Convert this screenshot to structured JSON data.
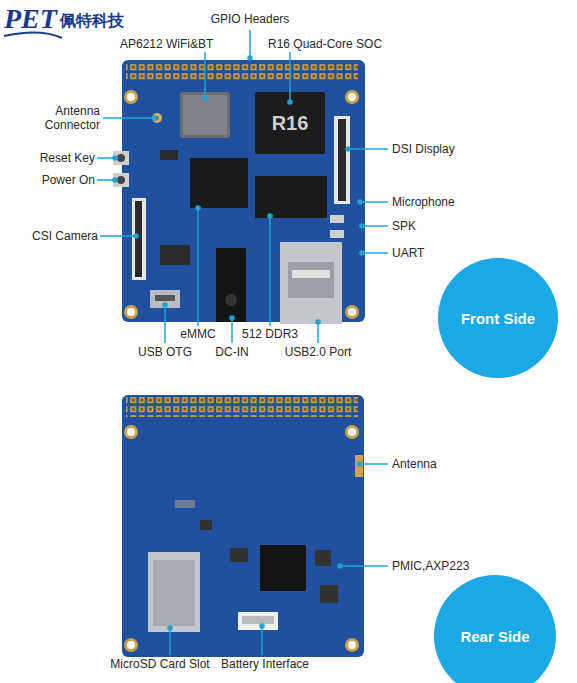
{
  "diagram": {
    "nodes": [
      {
        "text": [
          "Front Side"
        ]
      },
      {
        "text": [
          "Rear Side"
        ]
      }
    ],
    "labels": [
      "PET",
      "佩特科技",
      "GPIO Headers",
      "AP6212 WiFi&BT",
      "R16 Quad-Core SOC",
      "Antenna Connector",
      "Reset Key",
      "Power On",
      "CSI Camera",
      "DSI Display",
      "Microphone",
      "SPK",
      "UART",
      "eMMC",
      "512 DDR3",
      "USB OTG",
      "DC-IN",
      "USB2.0 Port",
      "R16",
      "Antenna",
      "PMIC,AXP223",
      "MicroSD Card Slot",
      "Battery Interface"
    ]
  }
}
